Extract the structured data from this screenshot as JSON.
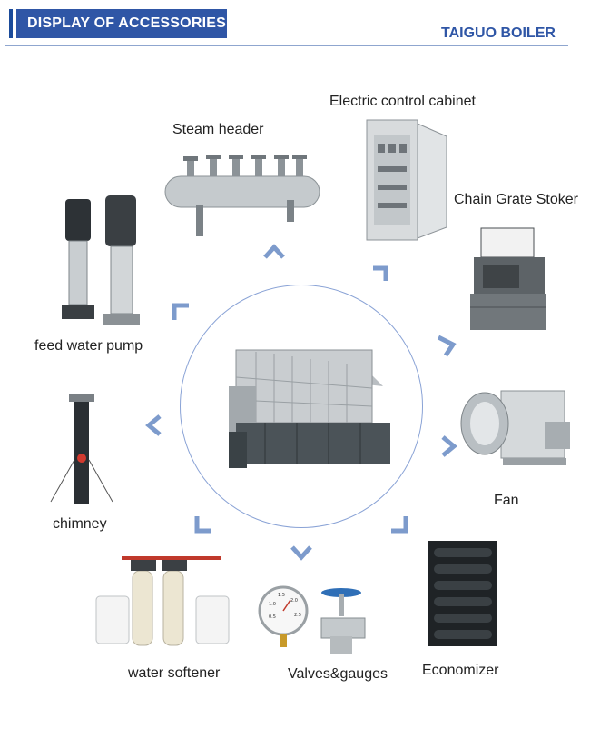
{
  "header": {
    "title": "DISPLAY OF ACCESSORIES",
    "brand": "TAIGUO BOILER"
  },
  "items": {
    "steam_header": "Steam header",
    "electric_cabinet": "Electric control cabinet",
    "chain_grate": "Chain Grate Stoker",
    "feed_pump": "feed water pump",
    "chimney": "chimney",
    "fan": "Fan",
    "water_softener": "water softener",
    "valves": "Valves&gauges",
    "economizer": "Economizer"
  },
  "colors": {
    "accent": "#2f56a6",
    "chevron": "#7d9bcc",
    "circle": "#8aa3d6"
  },
  "gauge_numbers": [
    "0.5",
    "1.0",
    "1.5",
    "2.0",
    "2.5"
  ]
}
